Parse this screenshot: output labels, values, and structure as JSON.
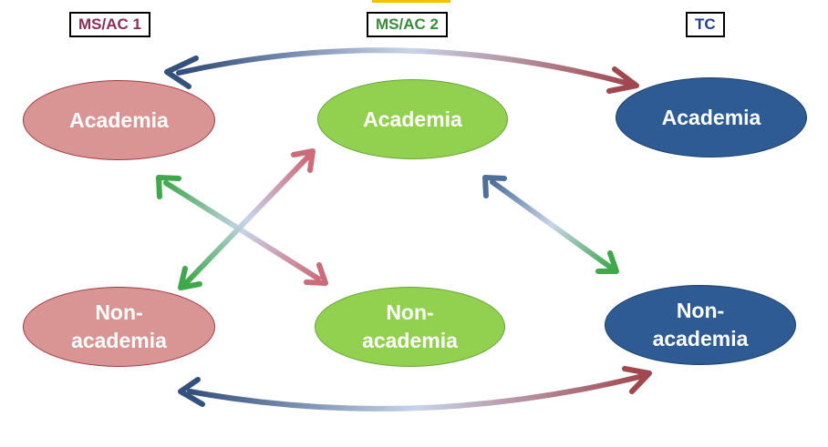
{
  "headers": {
    "h1": {
      "text": "MS/AC 1",
      "color": "#8b2e56"
    },
    "h2": {
      "text": "MS/AC 2",
      "color": "#3a8a3a"
    },
    "h3": {
      "text": "TC",
      "color": "#1f3f8a"
    }
  },
  "nodes": {
    "n1_academia": {
      "line1": "Academia",
      "line2": ""
    },
    "n2_academia": {
      "line1": "Academia",
      "line2": ""
    },
    "n3_academia": {
      "line1": "Academia",
      "line2": ""
    },
    "n1_nonacademia": {
      "line1": "Non-",
      "line2": "academia"
    },
    "n2_nonacademia": {
      "line1": "Non-",
      "line2": "academia"
    },
    "n3_nonacademia": {
      "line1": "Non-",
      "line2": "academia"
    }
  },
  "colors": {
    "ms_ac_1": "#d99594",
    "ms_ac_2": "#92d050",
    "tc": "#2e5b93",
    "arrow_blue": "#34507c",
    "arrow_pink": "#a0474f",
    "arrow_green": "#3ea84a",
    "arrow_light": "#c8d4ea"
  }
}
